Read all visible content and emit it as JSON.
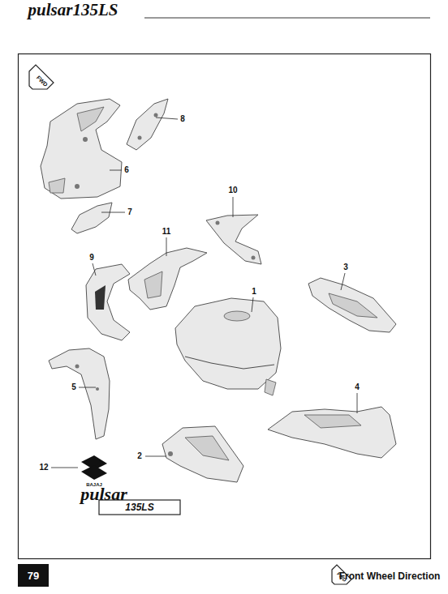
{
  "diagram": {
    "labels": [
      "pulsar135LS",
      "FWD",
      "8",
      "6",
      "7",
      "10",
      "11",
      "9",
      "3",
      "1",
      "5",
      "4",
      "2",
      "12",
      "BAJAJ",
      "pulsar",
      "135LS",
      "79",
      "FWD",
      "Front Wheel Direction"
    ]
  }
}
